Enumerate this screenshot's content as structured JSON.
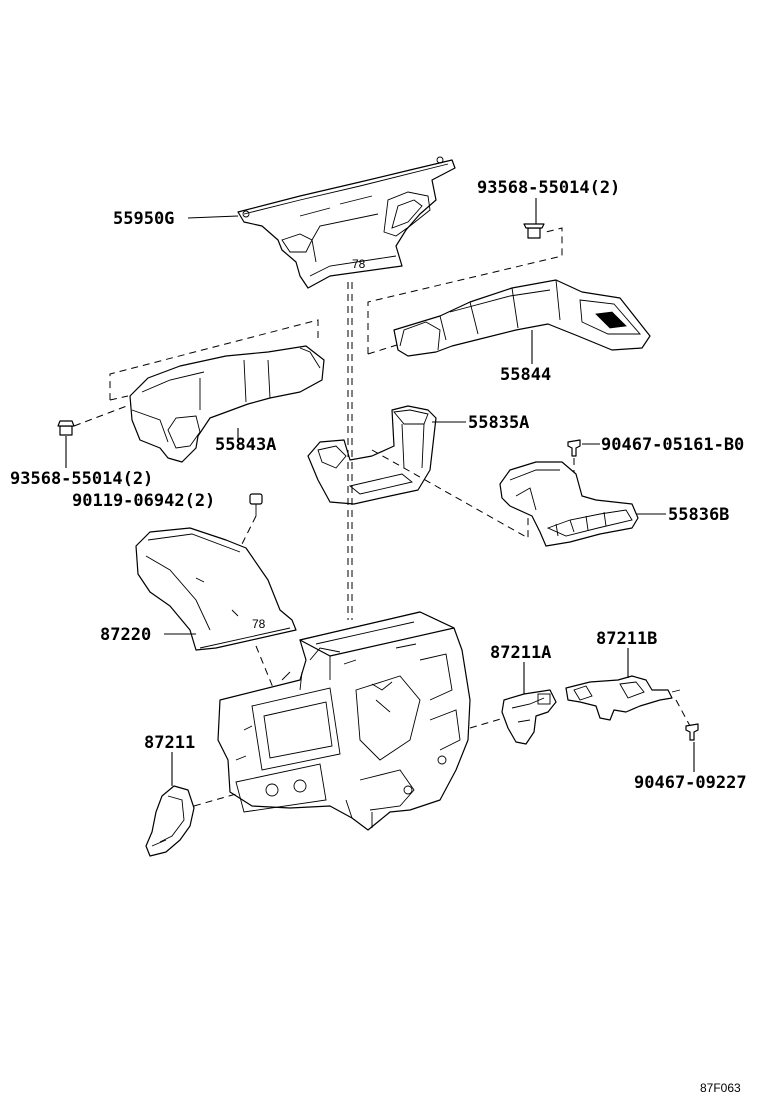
{
  "diagram_id": "87F063",
  "labels": {
    "p55950G": "55950G",
    "p93568_top": "93568-55014(2)",
    "p55844": "55844",
    "p55843A": "55843A",
    "p93568_left": "93568-55014(2)",
    "p55835A": "55835A",
    "p90467_05161": "90467-05161-B0",
    "p90119": "90119-06942(2)",
    "p55836B": "55836B",
    "p87220": "87220",
    "p87211A": "87211A",
    "p87211B": "87211B",
    "p87211": "87211",
    "p90467_09227": "90467-09227"
  }
}
